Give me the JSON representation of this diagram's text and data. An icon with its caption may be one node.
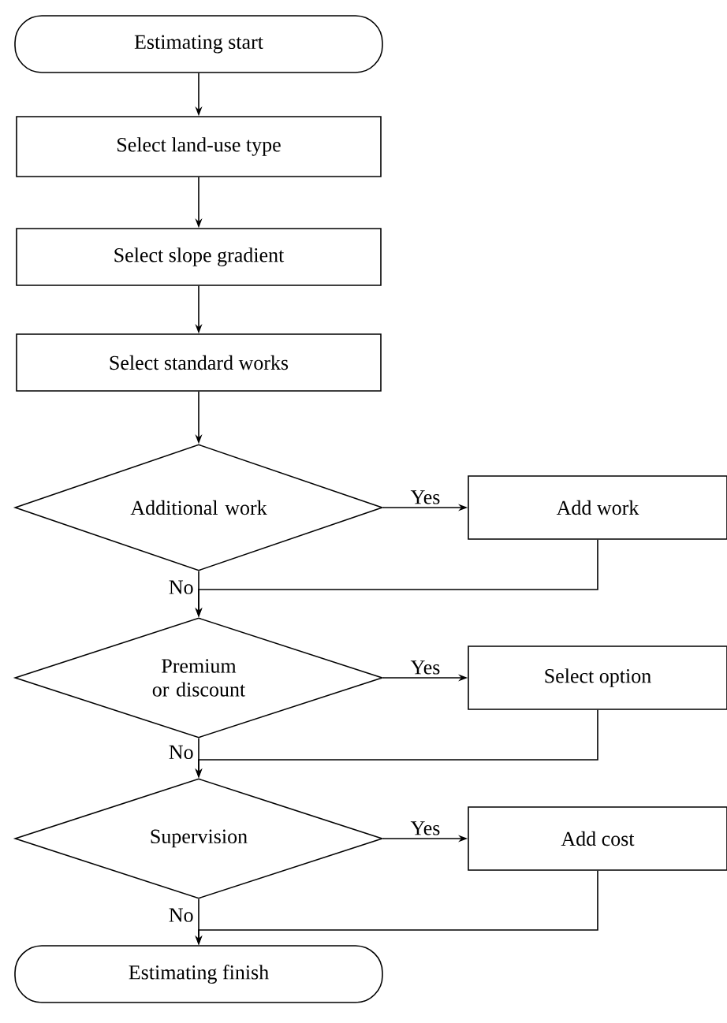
{
  "diagram": {
    "nodes": [
      {
        "text": [
          "Estimating start"
        ]
      },
      {
        "text": [
          "Select land-use type"
        ]
      },
      {
        "text": [
          "Select slope gradient"
        ]
      },
      {
        "text": [
          "Select standard works"
        ]
      },
      {
        "text": [
          "Additional work"
        ]
      },
      {
        "text": [
          "Add work"
        ]
      },
      {
        "text": [
          "Premium or discount"
        ]
      },
      {
        "text": [
          "Select option"
        ]
      },
      {
        "text": [
          "Supervision"
        ]
      },
      {
        "text": [
          "Add cost"
        ]
      },
      {
        "text": [
          "Estimating finish"
        ]
      }
    ],
    "edges": [
      {
        "from": 0,
        "to": 1,
        "arrow": "to"
      },
      {
        "from": 1,
        "to": 2,
        "arrow": "to"
      },
      {
        "from": 2,
        "to": 3,
        "arrow": "to"
      },
      {
        "from": 3,
        "to": 4,
        "arrow": "to"
      },
      {
        "from": 4,
        "to": 5,
        "arrow": "to",
        "label": "Yes"
      },
      {
        "from": 4,
        "to": 6,
        "arrow": "to",
        "label": "No"
      },
      {
        "from": 5,
        "to": 6,
        "arrow": "to"
      },
      {
        "from": 6,
        "to": 7,
        "arrow": "to",
        "label": "Yes"
      },
      {
        "from": 6,
        "to": 8,
        "arrow": "to",
        "label": "No"
      },
      {
        "from": 7,
        "to": 8,
        "arrow": "to"
      },
      {
        "from": 8,
        "to": 9,
        "arrow": "to",
        "label": "Yes"
      },
      {
        "from": 8,
        "to": 10,
        "arrow": "to",
        "label": "No"
      },
      {
        "from": 9,
        "to": 10,
        "arrow": "to"
      }
    ]
  }
}
